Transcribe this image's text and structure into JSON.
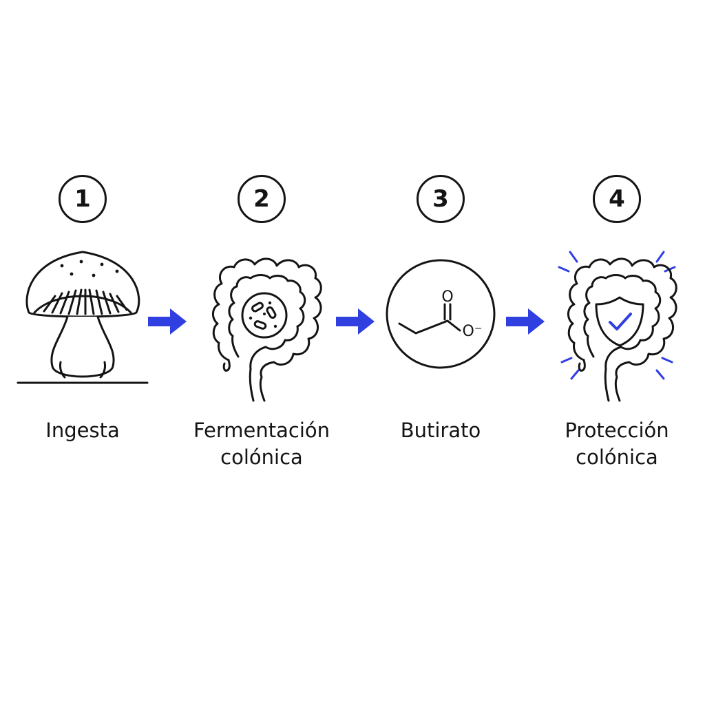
{
  "accent_color": "#2f3fe0",
  "line_color": "#141414",
  "steps": [
    {
      "number": "1",
      "label": "Ingesta",
      "icon": "mushroom-icon"
    },
    {
      "number": "2",
      "label": "Fermentación\ncolónica",
      "icon": "colon-bacteria-icon"
    },
    {
      "number": "3",
      "label": "Butirato",
      "icon": "butyrate-molecule-icon"
    },
    {
      "number": "4",
      "label": "Protección\ncolónica",
      "icon": "colon-shield-icon"
    }
  ],
  "molecule": {
    "oxygen_label": "O",
    "charge_label": "O⁻"
  }
}
